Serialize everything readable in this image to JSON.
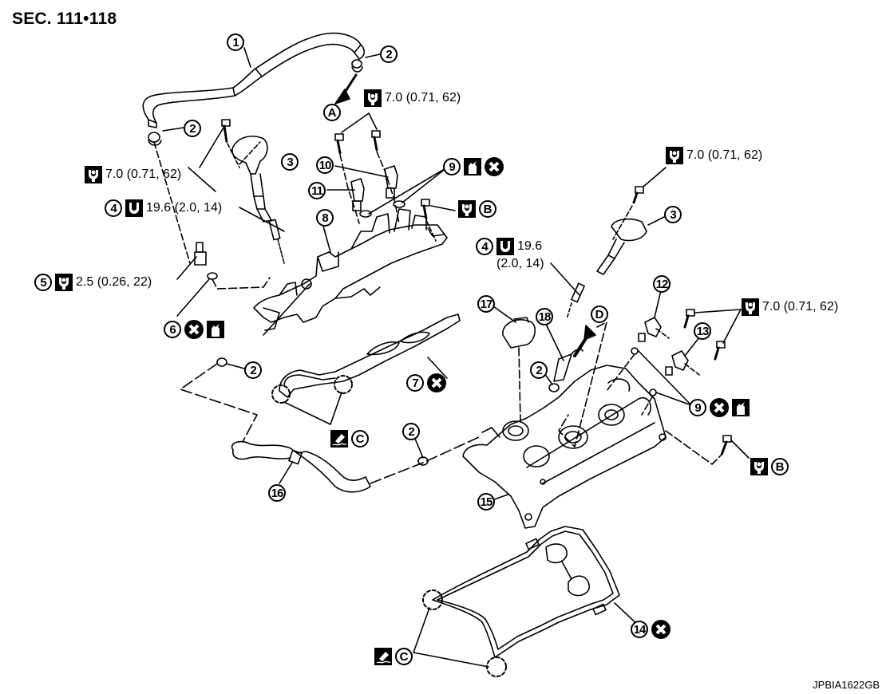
{
  "header": {
    "section": "SEC. 111•118"
  },
  "footer": {
    "reference_code": "JPBIA1622GB"
  },
  "icons": {
    "torque_wrench": "tightening-torque-icon",
    "spark_plug_socket": "spark-plug-wrench-icon",
    "do_not_reuse": "do-not-reuse-x-icon",
    "oil_can": "apply-engine-oil-icon",
    "sealant": "apply-liquid-gasket-icon"
  },
  "callouts": [
    {
      "id": "1"
    },
    {
      "id": "2"
    },
    {
      "id": "3"
    },
    {
      "id": "4"
    },
    {
      "id": "5"
    },
    {
      "id": "6"
    },
    {
      "id": "7"
    },
    {
      "id": "8"
    },
    {
      "id": "9"
    },
    {
      "id": "10"
    },
    {
      "id": "11"
    },
    {
      "id": "12"
    },
    {
      "id": "13"
    },
    {
      "id": "14"
    },
    {
      "id": "15"
    },
    {
      "id": "16"
    },
    {
      "id": "17"
    },
    {
      "id": "18"
    }
  ],
  "reference_letters": [
    "A",
    "B",
    "C",
    "D"
  ],
  "torques": {
    "bolt_7": "7.0 (0.71, 62)",
    "spark_plug": "19.6 (2.0, 14)",
    "spark_plug_line1": "19.6",
    "spark_plug_line2": "(2.0, 14)",
    "sensor_5": "2.5 (0.26, 22)"
  },
  "labels": {
    "item1": "1",
    "item2": "2",
    "item3": "3",
    "item4": "4",
    "item5": "5",
    "item6": "6",
    "item7": "7",
    "item8": "8",
    "item9": "9",
    "item10": "10",
    "item11": "11",
    "item12": "12",
    "item13": "13",
    "item14": "14",
    "item15": "15",
    "item16": "16",
    "item17": "17",
    "item18": "18",
    "A": "A",
    "B": "B",
    "C": "C",
    "D": "D"
  }
}
